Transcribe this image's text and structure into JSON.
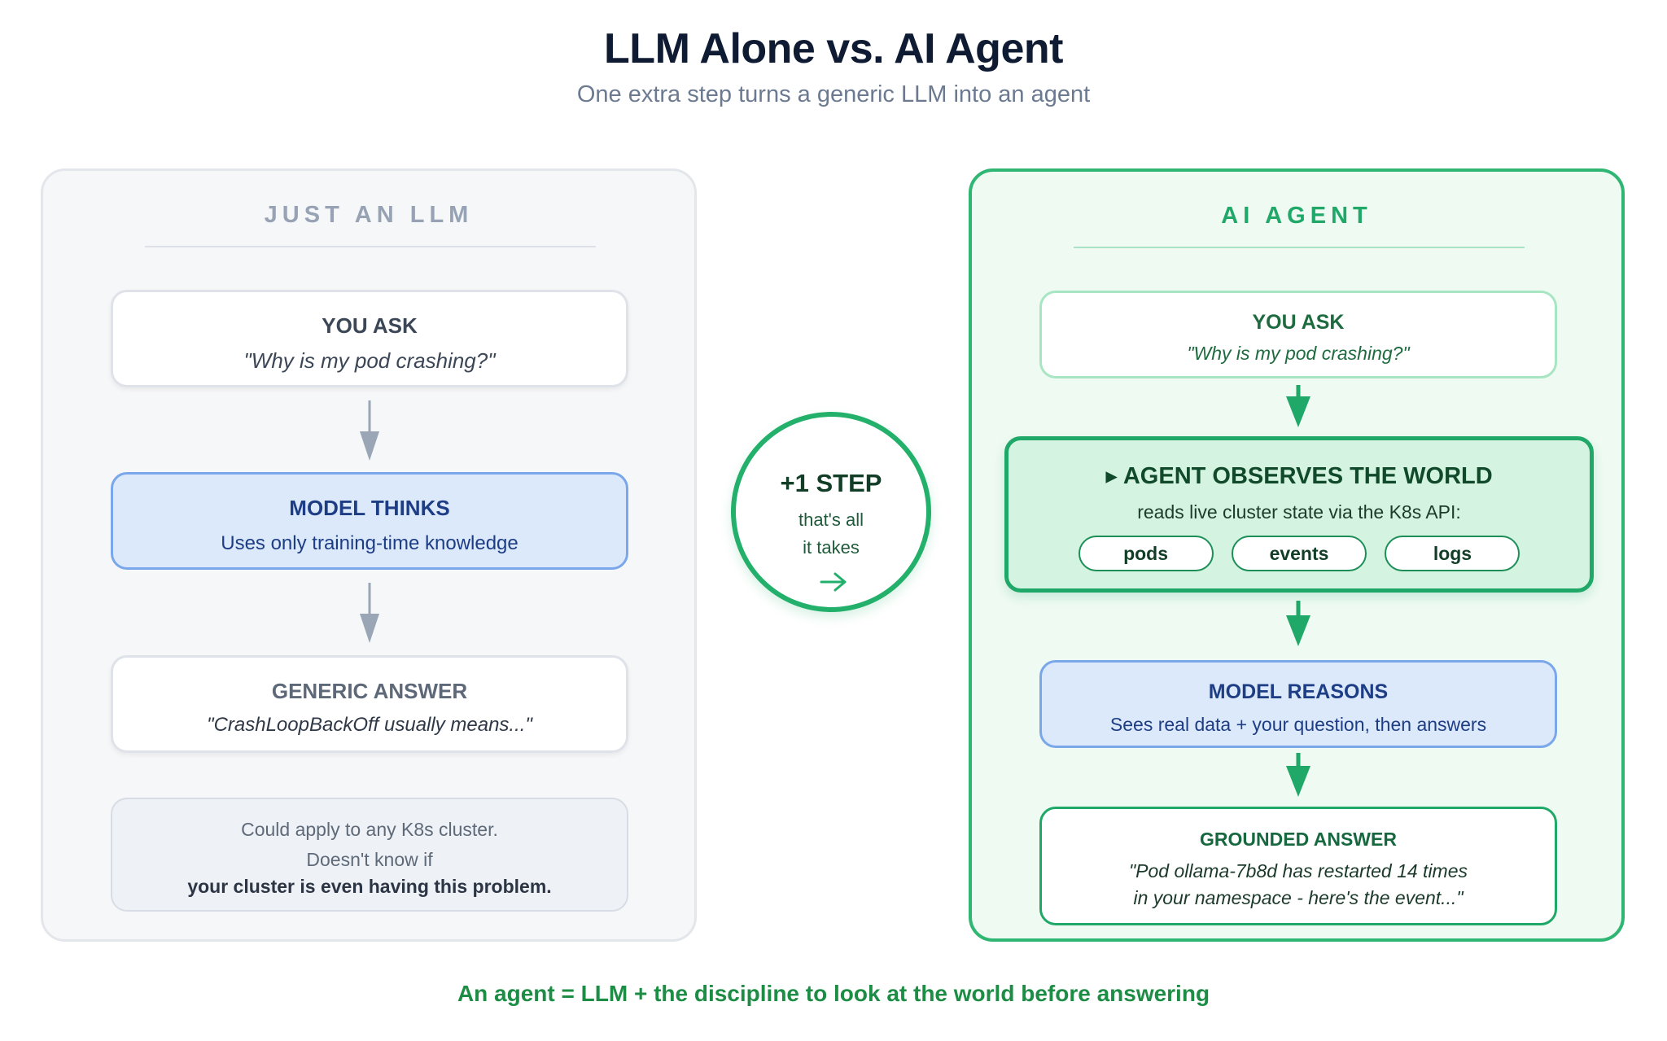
{
  "header": {
    "title": "LLM Alone vs. AI Agent",
    "subtitle": "One extra step turns a generic LLM into an agent"
  },
  "left_panel": {
    "heading": "JUST AN LLM",
    "you_ask": {
      "title": "YOU ASK",
      "question": "\"Why is my pod crashing?\""
    },
    "model_thinks": {
      "title": "MODEL THINKS",
      "text": "Uses only training-time knowledge"
    },
    "generic_answer": {
      "title": "GENERIC ANSWER",
      "quote": "\"CrashLoopBackOff usually means...\""
    },
    "note": {
      "line1": "Could apply to any K8s cluster.",
      "line2": "Doesn't know if",
      "line3": "your cluster is even having this problem."
    }
  },
  "center": {
    "label": "+1 STEP",
    "line1": "that's all",
    "line2": "it takes",
    "icon": "arrow-right-icon"
  },
  "right_panel": {
    "heading": "AI AGENT",
    "you_ask": {
      "title": "YOU ASK",
      "question": "\"Why is my pod crashing?\""
    },
    "observes": {
      "title": "▸ AGENT OBSERVES THE WORLD",
      "text": "reads live cluster state via the K8s API:",
      "pills": [
        "pods",
        "events",
        "logs"
      ]
    },
    "model_reasons": {
      "title": "MODEL REASONS",
      "text": "Sees real data + your question, then answers"
    },
    "grounded_answer": {
      "title": "GROUNDED ANSWER",
      "line1": "\"Pod ollama-7b8d has restarted 14 times",
      "line2": "in your namespace - here's the event...\""
    }
  },
  "footer": "An agent = LLM + the discipline to look at the world before answering",
  "colors": {
    "green": "#1fa867",
    "blue": "#7aa7ea",
    "gray_arrow": "#9aa6b6"
  }
}
